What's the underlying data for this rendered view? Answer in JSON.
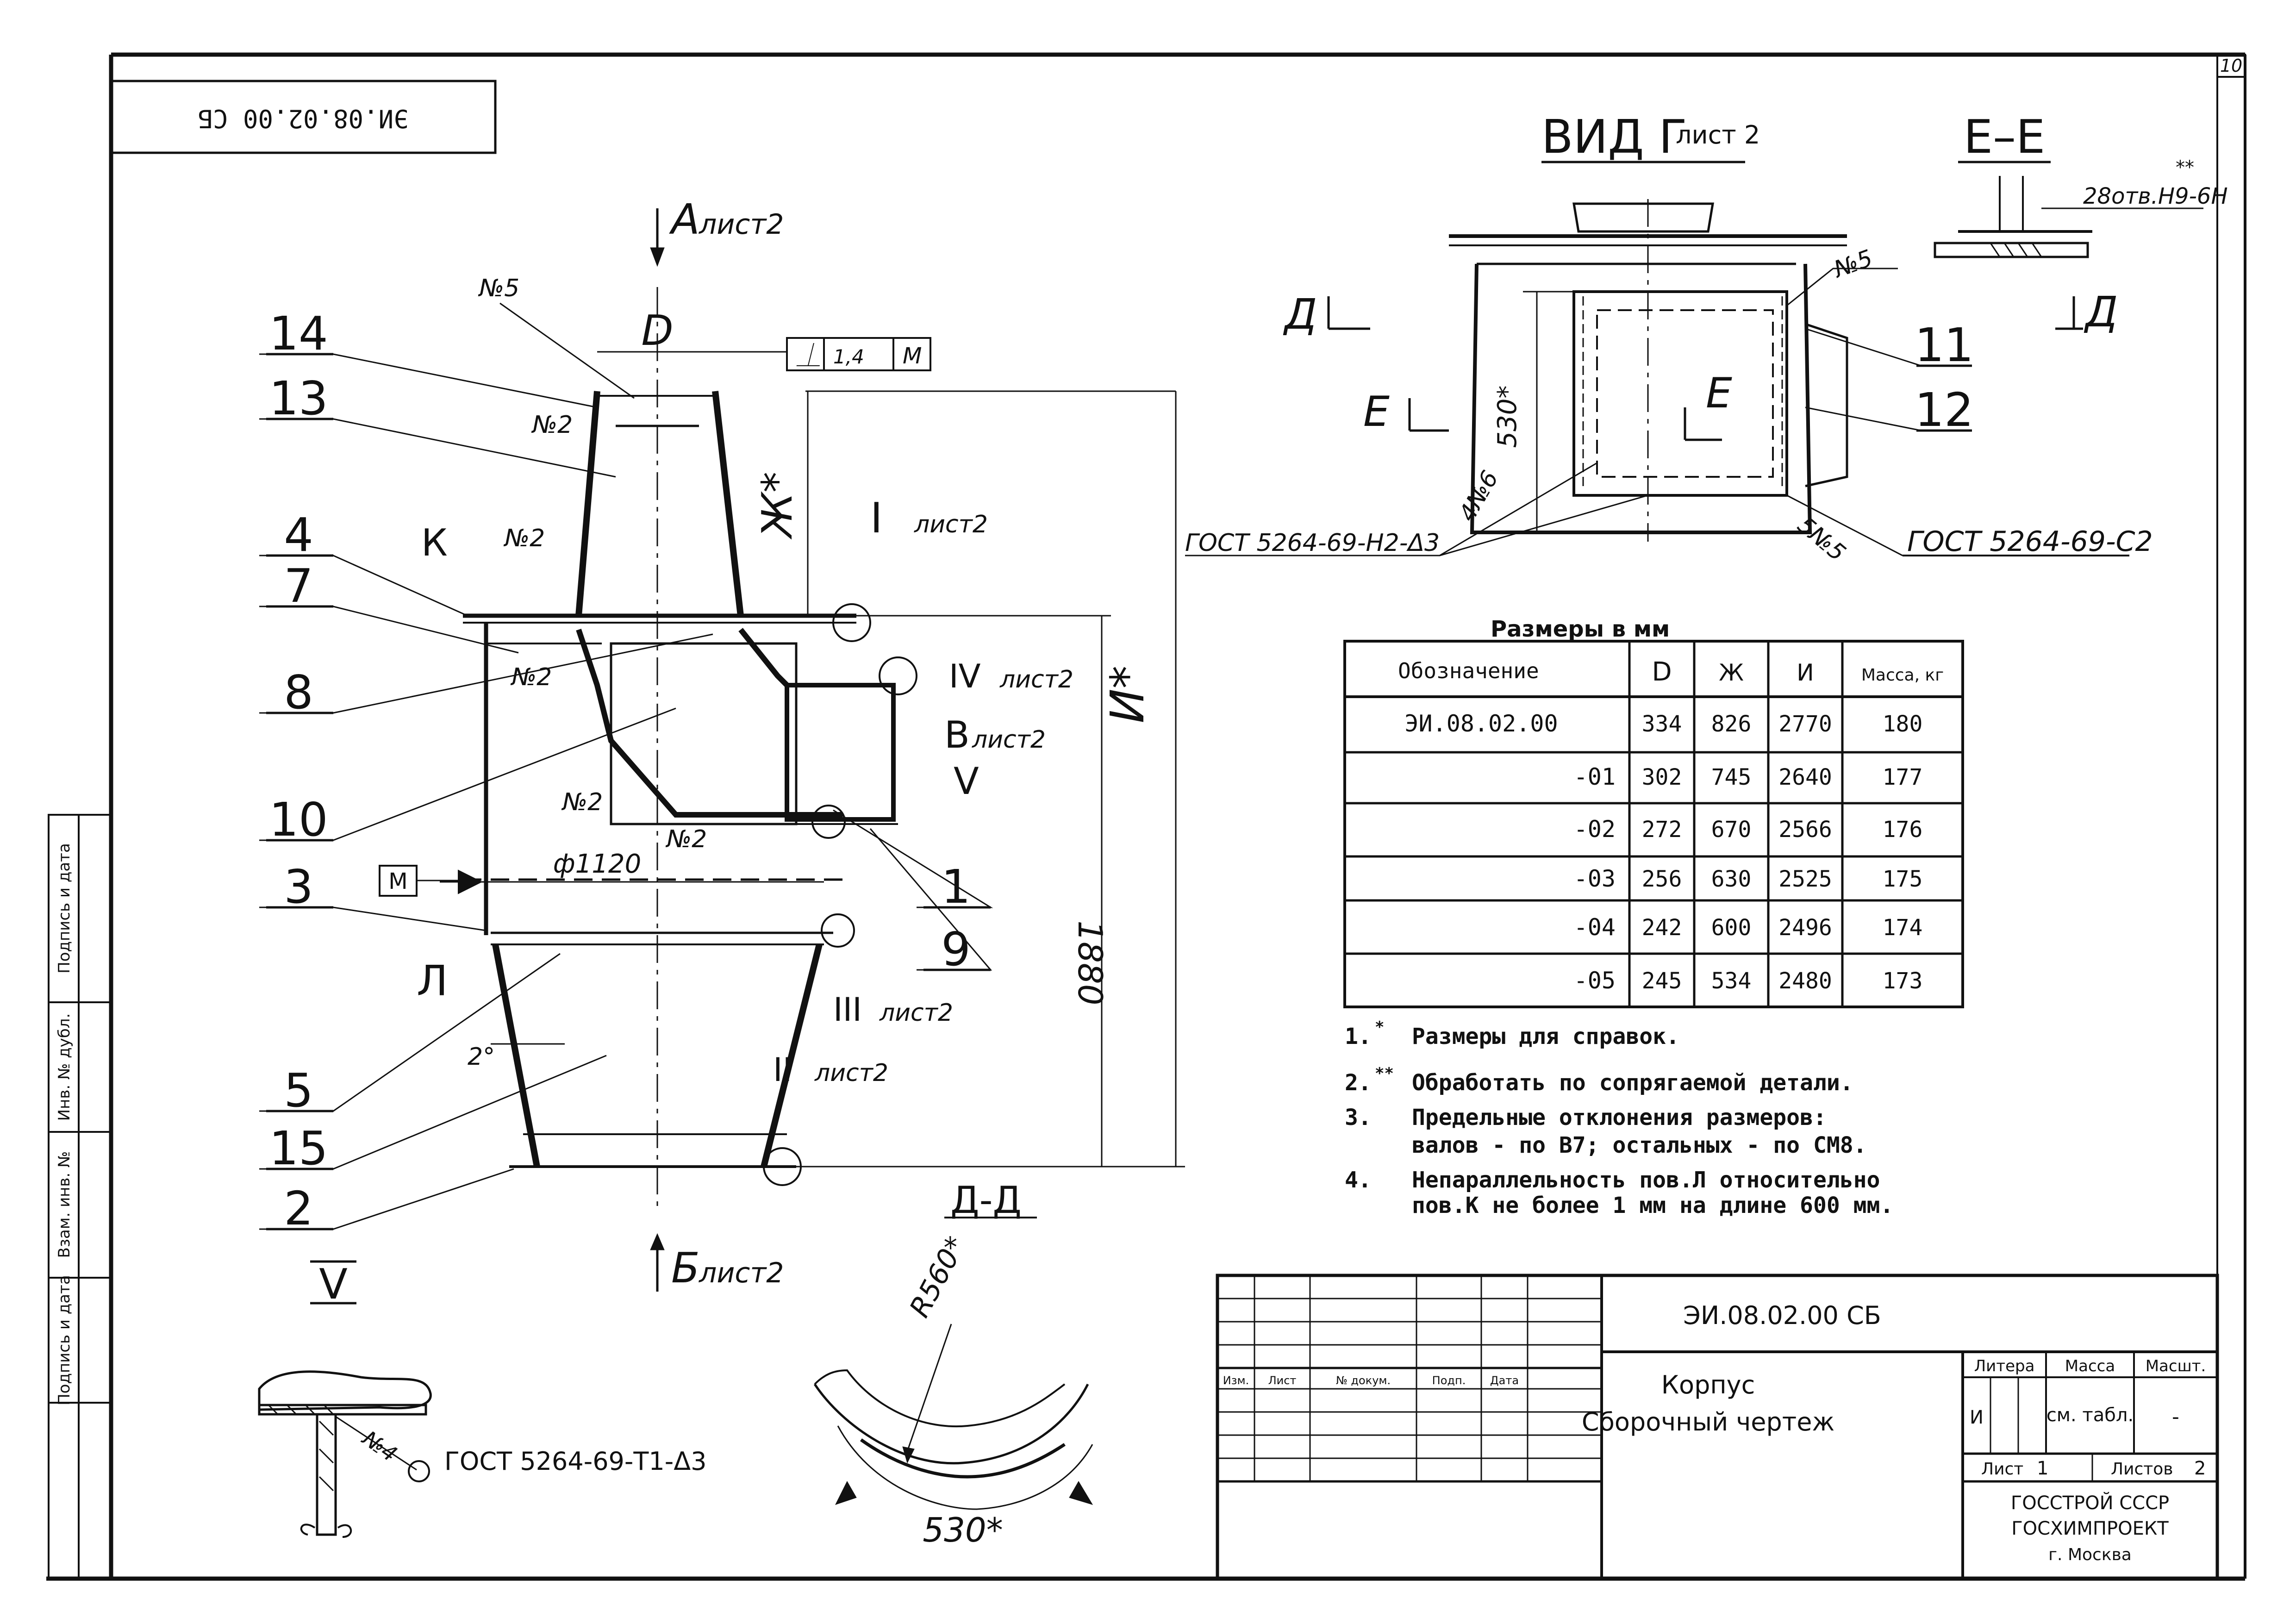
{
  "page": {
    "sheet_number": "10"
  },
  "stamp_top": "ЭИ.08.02.00 СБ",
  "main_view": {
    "arrow_top": "А",
    "arrow_top_sub": "лист2",
    "arrow_bottom": "Б",
    "arrow_bottom_sub": "лист2",
    "label_D": "D",
    "label_Zh": "Ж*",
    "label_I": "И*",
    "tolerance_symbol": "⏊",
    "tolerance_value": "1,4",
    "tolerance_base": "M",
    "weld_n5": "№5",
    "weld_n2": [
      "№2",
      "№2",
      "№2",
      "№2",
      "№2"
    ],
    "dia_1120": "ф1120",
    "dim_1880": "1880",
    "angle_2": "2°",
    "label_K": "К",
    "label_M": "M",
    "label_L": "Л",
    "callouts": [
      "14",
      "13",
      "4",
      "7",
      "8",
      "10",
      "3",
      "5",
      "15",
      "2",
      "1",
      "9"
    ],
    "roman_callouts": [
      {
        "num": "I",
        "sub": "лист2"
      },
      {
        "num": "IV",
        "sub": "лист2"
      },
      {
        "num": "В",
        "sub": "лист2"
      },
      {
        "num": "V",
        "sub": ""
      },
      {
        "num": "III",
        "sub": "лист2"
      },
      {
        "num": "II",
        "sub": "лист2"
      }
    ],
    "roman_bottom": "V"
  },
  "view_g": {
    "title": "ВИД Г",
    "title_sub": "лист 2",
    "label_D_left": "Д",
    "label_E_left": "Е",
    "label_E_center": "Е",
    "dim_530": "530*",
    "weld_n5": "№5",
    "weld_4n6": "4№6",
    "weld_5n5": "5№5",
    "callout_11": "11",
    "callout_12": "12",
    "gost_left": "ГОСТ 5264-69-Н2-Δ3",
    "gost_right": "ГОСТ 5264-69-С2"
  },
  "section_ee": {
    "title": "Е–Е",
    "note": "28отв.Н9-6Н",
    "star_note": "**",
    "label_D_right": "Д"
  },
  "dim_table": {
    "caption": "Размеры в мм",
    "headers": [
      "Обозначение",
      "D",
      "Ж",
      "И",
      "Масса, кг"
    ],
    "rows": [
      [
        "ЭИ.08.02.00",
        "334",
        "826",
        "2770",
        "180"
      ],
      [
        "-01",
        "302",
        "745",
        "2640",
        "177"
      ],
      [
        "-02",
        "272",
        "670",
        "2566",
        "176"
      ],
      [
        "-03",
        "256",
        "630",
        "2525",
        "175"
      ],
      [
        "-04",
        "242",
        "600",
        "2496",
        "174"
      ],
      [
        "-05",
        "245",
        "534",
        "2480",
        "173"
      ]
    ]
  },
  "notes": [
    {
      "num": "1.",
      "mark": "*",
      "text": "Размеры для справок."
    },
    {
      "num": "2.",
      "mark": "**",
      "text": "Обработать по сопрягаемой детали."
    },
    {
      "num": "3.",
      "mark": "",
      "text": "Предельные отклонения размеров:"
    },
    {
      "num": "",
      "mark": "",
      "text": "валов - по В7; остальных - по СМ8."
    },
    {
      "num": "4.",
      "mark": "",
      "text": "Непараллельность пов.Л относительно"
    },
    {
      "num": "",
      "mark": "",
      "text": "пов.К не более 1 мм на длине 600 мм."
    }
  ],
  "detail_weld": {
    "weld": "№4",
    "gost": "ГОСТ 5264-69-Т1-Δ3"
  },
  "section_dd": {
    "title": "Д-Д",
    "radius": "R560*",
    "dim_530": "530*"
  },
  "title_block": {
    "designation": "ЭИ.08.02.00 СБ",
    "name_line1": "Корпус",
    "name_line2": "Сборочный чертеж",
    "lit_header": "Литера",
    "mass_header": "Масса",
    "scale_header": "Масшт.",
    "lit_value": "И",
    "mass_value": "см. табл.",
    "scale_value": "-",
    "sheet_label": "Лист",
    "sheet_value": "1",
    "sheets_label": "Листов",
    "sheets_value": "2",
    "org_line1": "ГОССТРОЙ СССР",
    "org_line2": "ГОСХИМПРОЕКТ",
    "org_line3": "г. Москва",
    "rev_cols": [
      "Изм.",
      "Лист",
      "№ докум.",
      "Подп.",
      "Дата"
    ]
  },
  "side_strip": [
    "Подпись и дата",
    "Инв. № дубл.",
    "Взам. инв. №",
    "Подпись и дата"
  ]
}
